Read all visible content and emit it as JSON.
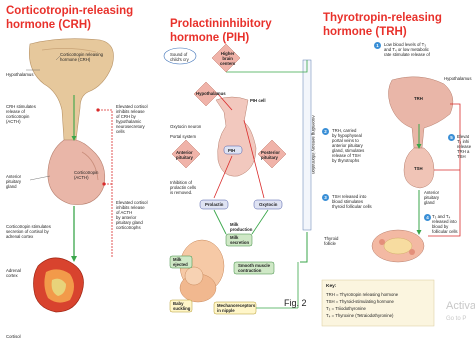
{
  "crh": {
    "title_line1": "Corticotropin-releasing",
    "title_line2": "hormone (CRH)",
    "labels": {
      "crh_hormone": "Corticotropin releasing\nhormone (CRH)",
      "hypothalamus": "Hypothalamus",
      "crh_stimulates": "CRH stimulates\nrelease of\ncorticotropin\n(ACTH)",
      "anterior_pituitary": "Anterior\npituitary\ngland",
      "corticotropin": "Corticotropin\n(ACTH)",
      "elevated_cortisol_1": "Elevated cortisol\ninhibits release\nof CRH by\nhypothalamic\nneurosecretory\ncells",
      "elevated_cortisol_2": "Elevated cortisol\ninhibits release\nof ACTH\nby anterior\npituitary gland\ncorticotrophs",
      "cortico_stimulates": "Corticotropin stimulates\nsecretion of cortisol by\nadrenal cortex",
      "adrenal_cortex": "Adrenal\ncortex",
      "cortisol": "Cortisol"
    }
  },
  "pih": {
    "title_line1": "Prolactininhibitory",
    "title_line2": "hormone (PIH)",
    "labels": {
      "sound": "Sound of\nchild's cry",
      "higher_brain": "Higher\nbrain\ncenters",
      "hypothalamus": "Hypothalamus",
      "pih_cell": "PIH cell",
      "oxytocin_neuron": "Oxytocin neuron",
      "portal_system": "Portal system",
      "pih": "PIH",
      "anterior_pituitary": "Anterior\npituitary",
      "posterior_pituitary": "Posterior\npituitary",
      "inhibition": "Inhibition of\nprolactin cells\nis removed.",
      "prolactin": "Prolactin",
      "oxytocin": "Oxytocin",
      "milk_production": "Milk\nproduction",
      "milk_secretion": "Milk\nsecretion",
      "milk_ejected": "Milk\nejected",
      "smooth_muscle": "Smooth muscle\ncontraction",
      "baby_suckling": "Baby\nsuckling",
      "mechanoreceptors": "Mechanoreceptors\nin nipple",
      "ascending": "Ascending sensory information",
      "fig": "Fig. 2"
    }
  },
  "trh": {
    "title_line1": "Thyrotropin-releasing",
    "title_line2": "hormone (TRH)",
    "steps": [
      {
        "num": "1",
        "text": "Low blood levels of T₃\nand T₄ or low metabolic\nrate stimulate release of"
      },
      {
        "num": "2",
        "text": "TRH, carried\nby hypophyseal\nportal veins to\nanterior pituitary\ngland, stimulates\nrelease of TSH\nby thyrotrophs"
      },
      {
        "num": "3",
        "text": "TSH released into\nblood stimulates\nthyroid follicular cells"
      },
      {
        "num": "4",
        "text": "T₃ and T₄\nreleased into\nblood by\nfollicular cells"
      },
      {
        "num": "5",
        "text": "Elevat\nT₃ inhi\nrelease\nTRH a\nTSH"
      }
    ],
    "labels": {
      "hypothalamus": "Hypothalamus",
      "trh": "TRH",
      "tsh": "TSH",
      "anterior_pituitary": "Anterior\npituitary\ngland",
      "thyroid_follicle": "Thyroid\nfollicle"
    },
    "key_title": "Key:",
    "key_lines": [
      "TRH = Thyrotropin releasing hormone",
      "TSH = Thyroid-stimulating hormone",
      "T₃ = Triiodothyronine",
      "T₄ = Thyroxine (Tetraiodothyronine)"
    ]
  },
  "watermark": {
    "line1": "Activa",
    "line2": "Go to P"
  },
  "colors": {
    "title": "#e8312b",
    "pituitary": "#e9b6a8",
    "hypothalamus_tan": "#e6c89c",
    "adrenal": "#d8432e",
    "green_arrow": "#3aa64a",
    "red_arrow": "#d92b2b",
    "blue_badge": "#3a8fd6"
  }
}
